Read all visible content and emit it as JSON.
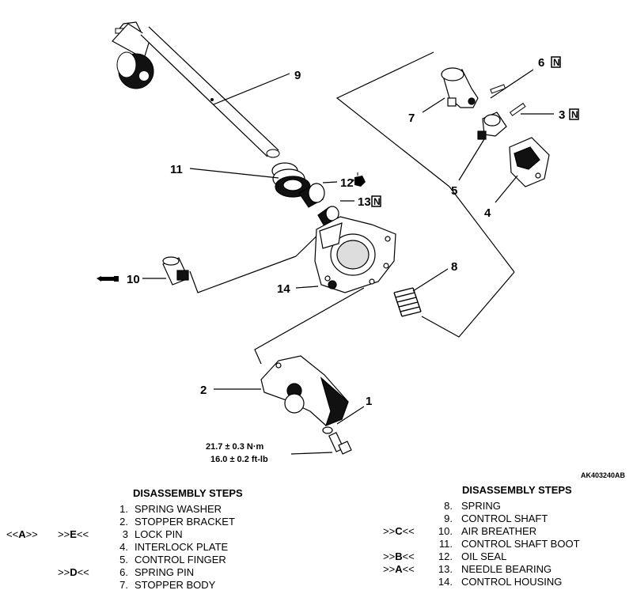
{
  "figure_id": "AK403240AB",
  "callouts": {
    "p1": "1",
    "p2": "2",
    "p3": "3",
    "p4": "4",
    "p5": "5",
    "p6": "6",
    "p7": "7",
    "p8": "8",
    "p9": "9",
    "p10": "10",
    "p11": "11",
    "p12": "12",
    "p13": "13",
    "p14": "14",
    "new_mark": "N"
  },
  "torque": {
    "metric": "21.7 ± 0.3 N·m",
    "imperial": "16.0 ± 0.2 ft-lb"
  },
  "steps_left": {
    "header": "DISASSEMBLY STEPS",
    "items": [
      {
        "m1": "",
        "m2": "",
        "num": "1.",
        "name": "SPRING WASHER"
      },
      {
        "m1": "",
        "m2": "",
        "num": "2.",
        "name": "STOPPER BRACKET"
      },
      {
        "m1": "<<A>>",
        "m2": ">>E<<",
        "num": "3",
        "name": "LOCK PIN"
      },
      {
        "m1": "",
        "m2": "",
        "num": "4.",
        "name": "INTERLOCK PLATE"
      },
      {
        "m1": "",
        "m2": "",
        "num": "5.",
        "name": "CONTROL FINGER"
      },
      {
        "m1": "",
        "m2": ">>D<<",
        "num": "6.",
        "name": "SPRING PIN"
      },
      {
        "m1": "",
        "m2": "",
        "num": "7.",
        "name": "STOPPER BODY"
      }
    ]
  },
  "steps_right": {
    "header": "DISASSEMBLY STEPS",
    "items": [
      {
        "m2": "",
        "num": "8.",
        "name": "SPRING"
      },
      {
        "m2": "",
        "num": "9.",
        "name": "CONTROL SHAFT"
      },
      {
        "m2": ">>C<<",
        "num": "10.",
        "name": "AIR BREATHER"
      },
      {
        "m2": "",
        "num": "11.",
        "name": "CONTROL SHAFT BOOT"
      },
      {
        "m2": ">>B<<",
        "num": "12.",
        "name": "OIL SEAL"
      },
      {
        "m2": ">>A<<",
        "num": "13.",
        "name": "NEEDLE BEARING"
      },
      {
        "m2": "",
        "num": "14.",
        "name": "CONTROL HOUSING"
      }
    ]
  }
}
